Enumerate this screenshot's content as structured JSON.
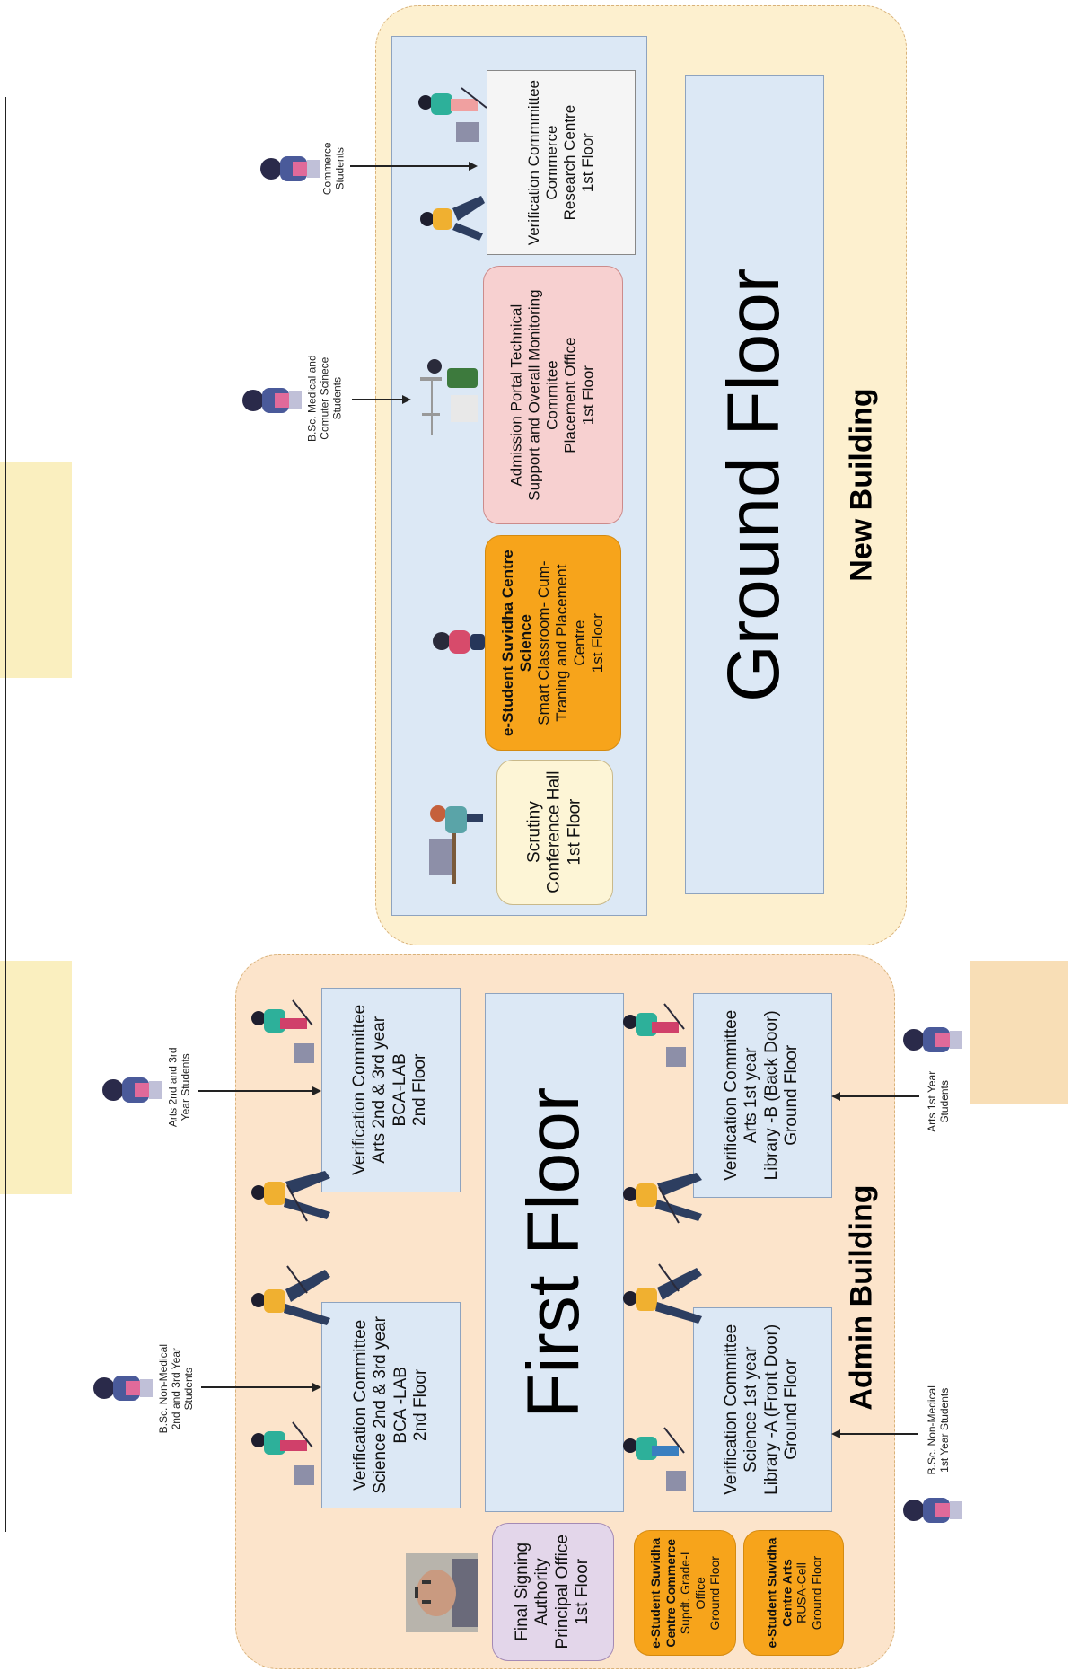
{
  "new_building": {
    "name": "New Building",
    "ground_floor": "Ground Floor",
    "rooms": [
      {
        "lines": [
          "Scrutiny",
          "Conference Hall",
          "1st Floor"
        ]
      },
      {
        "bold_lines": [
          "e-Student Suvidha Centre",
          "Science"
        ],
        "lines": [
          "Smart Classroom- Cum-",
          "Traning and Placement",
          "Centre",
          "1st Floor"
        ]
      },
      {
        "lines": [
          "Admission Portal Technical",
          "Support and Overall Monitoring",
          "Commitee",
          "Placement Office",
          "1st Floor"
        ]
      },
      {
        "lines": [
          "Verification Commmittee",
          "Commerce",
          "Research Centre",
          "1st Floor"
        ]
      }
    ]
  },
  "admin_building": {
    "name": "Admin Building",
    "first_floor": "First Floor",
    "rooms": [
      {
        "lines": [
          "Verification Committee",
          "Science 2nd & 3rd year",
          "BCA -LAB",
          "2nd Floor"
        ]
      },
      {
        "lines": [
          "Verification Committee",
          "Arts 2nd & 3rd year",
          "BCA-LAB",
          "2nd Floor"
        ]
      },
      {
        "lines": [
          "Verification Committee",
          "Science 1st year",
          "Library -A (Front Door)",
          "Ground Floor"
        ]
      },
      {
        "lines": [
          "Verification Committee",
          "Arts 1st year",
          "Library -B (Back Door)",
          "Ground Floor"
        ]
      },
      {
        "lines": [
          "Final Signing",
          "Authority",
          "Principal Office",
          "1st Floor"
        ]
      },
      {
        "bold_lines": [
          "e-Student Suvidha",
          "Centre Commerce"
        ],
        "lines": [
          "Supdt. Grade-I",
          "Office",
          "Ground Floor"
        ]
      },
      {
        "bold_lines": [
          "e-Student Suvidha",
          "Centre Arts"
        ],
        "lines": [
          "RUSA-Cell",
          "Ground Floor"
        ]
      }
    ]
  },
  "students": {
    "commerce": [
      "Commerce",
      "Students"
    ],
    "bsc_medical": [
      "B.Sc. Medical and",
      "Comuter Scinece",
      "Students"
    ],
    "arts_2_3": [
      "Arts 2nd and 3rd",
      "Year Students"
    ],
    "bsc_nonmed_2_3": [
      "B.Sc. Non-Medical",
      "2nd and 3rd Year",
      "Students"
    ],
    "arts_1": [
      "Arts 1st Year",
      "Students"
    ],
    "bsc_nonmed_1": [
      "B.Sc. Non-Medical",
      "1st Year Students"
    ]
  },
  "colors": {
    "new_building_bg": "#fdf0cf",
    "admin_building_bg": "#fce4cb",
    "room_blue": "#dce8f5",
    "room_orange": "#f7a41b",
    "room_pink": "#f7d0d0",
    "room_lilac": "#e3d6ea"
  }
}
